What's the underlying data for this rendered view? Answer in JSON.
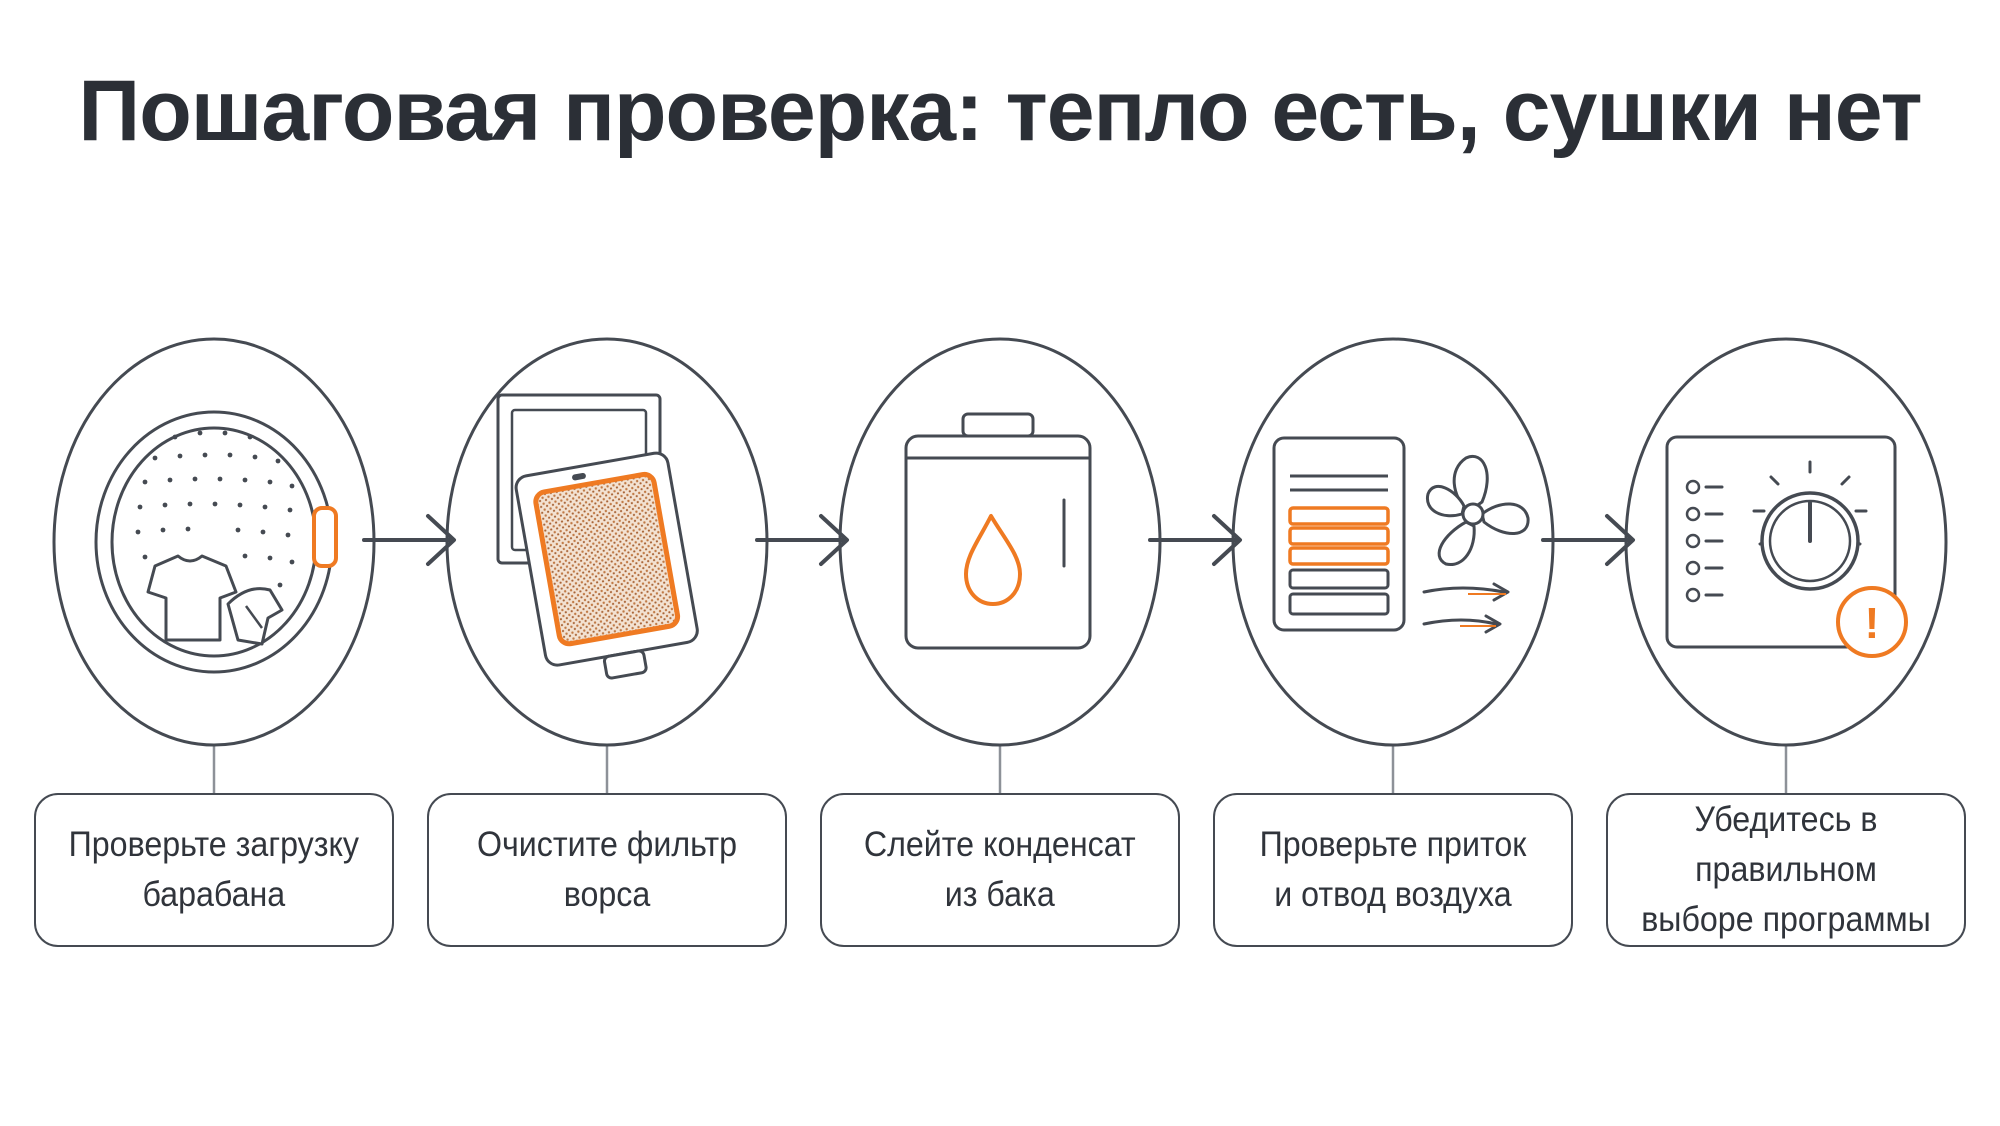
{
  "title": "Пошаговая проверка: тепло есть, сушки нет",
  "colors": {
    "ink": "#2b2f36",
    "stroke": "#454a52",
    "accent": "#ef7a22",
    "accent_fill": "#c98a5a",
    "background": "#ffffff"
  },
  "steps": [
    {
      "label": "Проверьте загрузку\nбарабана",
      "icon": "washer-drum-icon"
    },
    {
      "label": "Очистите фильтр ворса",
      "icon": "lint-filter-icon"
    },
    {
      "label": "Слейте конденсат\nиз бака",
      "icon": "water-tank-icon"
    },
    {
      "label": "Проверьте приток\nи отвод воздуха",
      "icon": "air-flow-icon"
    },
    {
      "label": "Убедитесь в правильном\nвыборе программы",
      "icon": "program-panel-icon"
    }
  ],
  "program_panel": {
    "warning_mark": "!"
  }
}
